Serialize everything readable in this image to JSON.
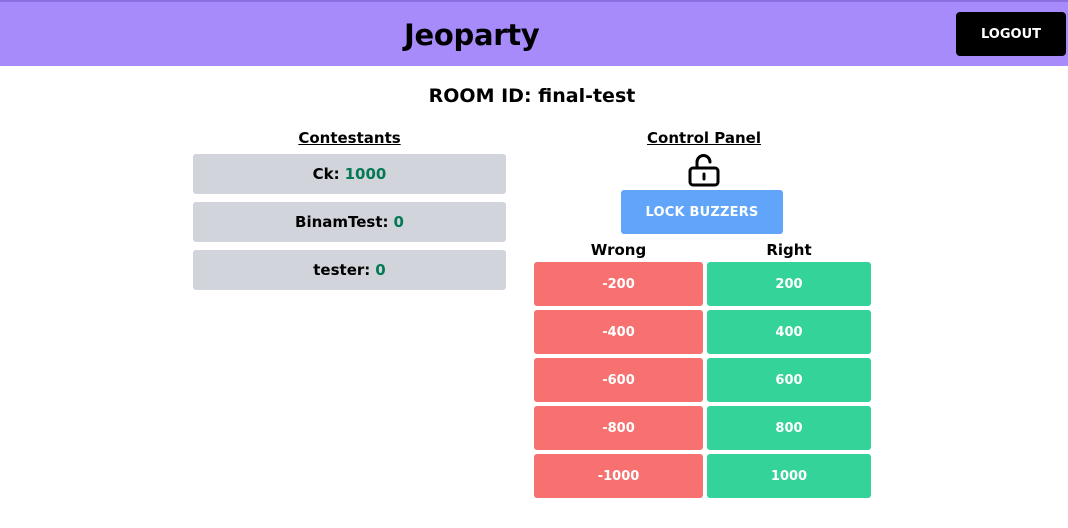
{
  "header": {
    "title": "Jeoparty",
    "logout_label": "LOGOUT"
  },
  "room": {
    "label": "ROOM ID: final-test"
  },
  "contestants": {
    "title": "Contestants",
    "items": [
      {
        "name": "Ck:",
        "score": "1000"
      },
      {
        "name": "BinamTest:",
        "score": "0"
      },
      {
        "name": "tester:",
        "score": "0"
      }
    ]
  },
  "control_panel": {
    "title": "Control Panel",
    "lock_icon": "unlocked-padlock-icon",
    "lock_label": "LOCK BUZZERS",
    "wrong_header": "Wrong",
    "right_header": "Right",
    "wrong_values": [
      "-200",
      "-400",
      "-600",
      "-800",
      "-1000"
    ],
    "right_values": [
      "200",
      "400",
      "600",
      "800",
      "1000"
    ]
  },
  "colors": {
    "header_bg": "#a78bfa",
    "contestant_bg": "#d1d5db",
    "score_text": "#047857",
    "lock_button": "#60a5fa",
    "wrong_button": "#f87171",
    "right_button": "#34d399"
  }
}
